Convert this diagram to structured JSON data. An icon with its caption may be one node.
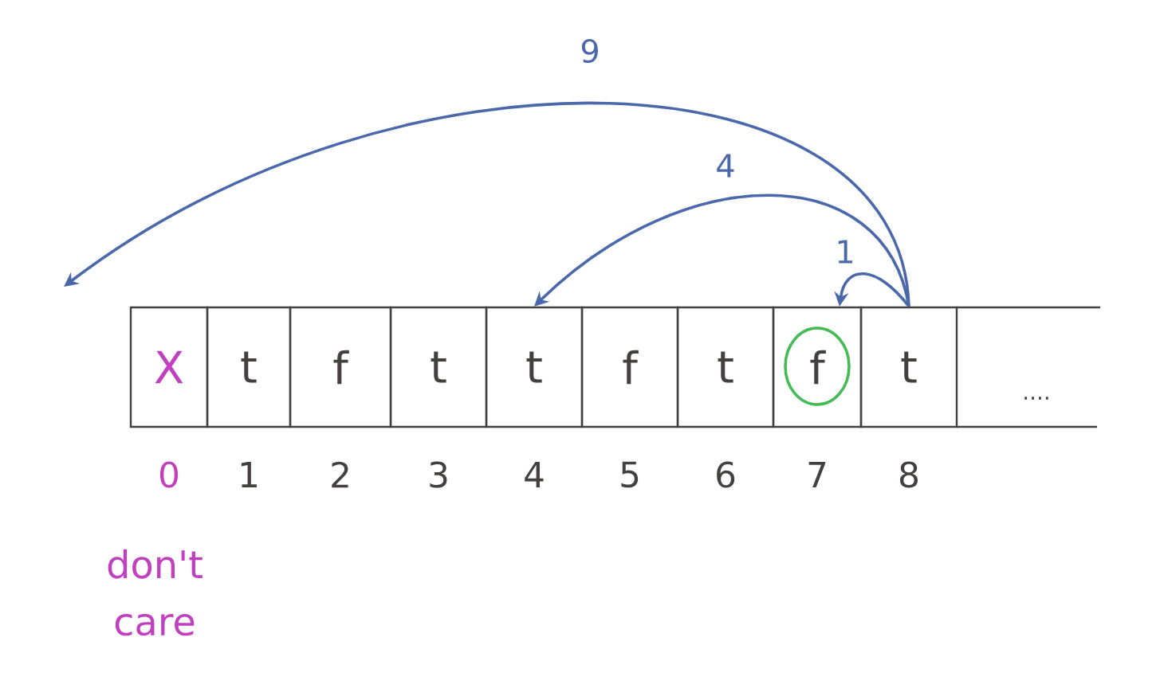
{
  "diagram": {
    "nodes": [
      {
        "text": [
          "X"
        ]
      },
      {
        "text": [
          "t"
        ]
      },
      {
        "text": [
          "f"
        ]
      },
      {
        "text": [
          "t"
        ]
      },
      {
        "text": [
          "t"
        ]
      },
      {
        "text": [
          "f"
        ]
      },
      {
        "text": [
          "t"
        ]
      },
      {
        "text": [
          "f"
        ]
      },
      {
        "text": [
          "t"
        ]
      }
    ],
    "edges": [
      {
        "from": 8,
        "to": 7,
        "arrow": "to",
        "label": "1"
      },
      {
        "from": 8,
        "to": 4,
        "arrow": "to",
        "label": "4"
      },
      {
        "from": 8,
        "to": null,
        "arrow": "to",
        "label": "9"
      }
    ],
    "labels": [
      "0",
      "1",
      "2",
      "3",
      "4",
      "5",
      "6",
      "7",
      "8",
      "....",
      "don't care"
    ]
  }
}
